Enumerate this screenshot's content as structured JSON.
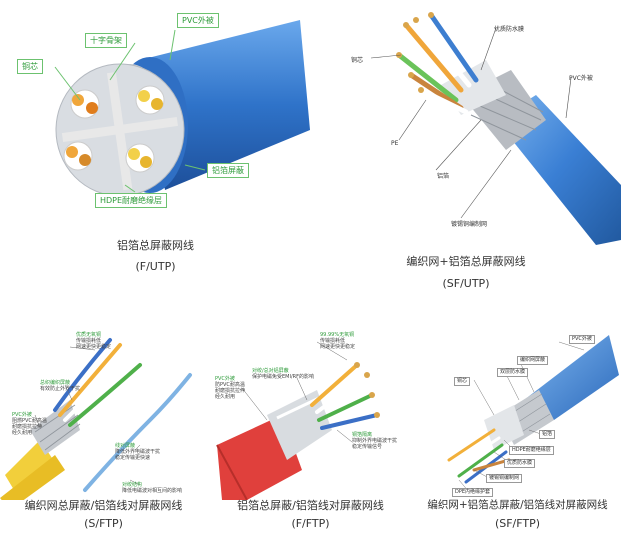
{
  "panels": {
    "futp": {
      "title": "铝箔总屏蔽网线",
      "code": "(F/UTP)",
      "labels": {
        "pvc": "PVC外被",
        "cross": "十字骨架",
        "copper": "铜芯",
        "foil": "铝箔屏蔽",
        "hdpe": "HDPE耐磨绝缘层"
      }
    },
    "sfutp": {
      "title": "编织网+铝箔总屏蔽网线",
      "code": "(SF/UTP)",
      "labels": {
        "copper": "铜芯",
        "waterproof": "优质防水膜",
        "pvc": "PVC外被",
        "pe": "PE",
        "foil": "铝箔",
        "braid": "镀锡铜编制网"
      }
    },
    "sftp": {
      "title": "编织网总屏蔽/铝箔线对屏蔽网线",
      "code": "(S/FTP)",
      "labels": {
        "copper_title": "优质无氧铜",
        "copper_d1": "传输损耗低",
        "copper_d2": "网速更快更稳定",
        "braid_title": "总织编织屏蔽",
        "braid_d1": "有效防止外界干扰",
        "pvc_title": "PVC外被",
        "pvc_d1": "阻燃PVC耐高温",
        "pvc_d2": "耐磨损抗拉伸",
        "pvc_d3": "经久耐用",
        "pair_title": "线对屏蔽",
        "pair_d1": "降低外界电磁波干扰",
        "pair_d2": "稳定传输更快速",
        "twist_title": "对绞结构",
        "twist_d1": "降低电磁波对相互间的影响"
      }
    },
    "fftp": {
      "title": "铝箔总屏蔽/铝箔线对屏蔽网线",
      "code": "(F/FTP)",
      "labels": {
        "copper_title": "99.99%无氧铜",
        "copper_d1": "传输损耗低",
        "copper_d2": "网速更快更稳定",
        "pair_title": "对绞/总对铝屏蔽",
        "pair_d1": "保护电磁免受EMI/RF的影响",
        "pvc_title": "PVC外被",
        "pvc_d1": "防PVC耐高温",
        "pvc_d2": "耐磨损抗拉伸",
        "pvc_d3": "经久耐用",
        "sep_title": "铜箔隔离",
        "sep_d1": "抑制外界电磁波干扰",
        "sep_d2": "稳定传输信号"
      }
    },
    "sfftp": {
      "title": "编织网+铝箔总屏蔽/铝箔线对屏蔽网线",
      "code": "(SF/FTP)",
      "labels": {
        "pvc": "PVC外被",
        "braid": "编织网屏蔽",
        "shield": "双层防水膜",
        "foil": "铝箔",
        "copper": "铜芯",
        "pe": "HDPE耐磨绝缘层",
        "sep": "优质防水膜",
        "drain": "镀锡铜编制网",
        "core": "DPE内绝缘护套"
      }
    }
  },
  "colors": {
    "cable_blue": "#3a7fd4",
    "cable_yellow": "#f2cf3b",
    "cable_red": "#e0403c",
    "label_green": "#2e9b3a"
  }
}
